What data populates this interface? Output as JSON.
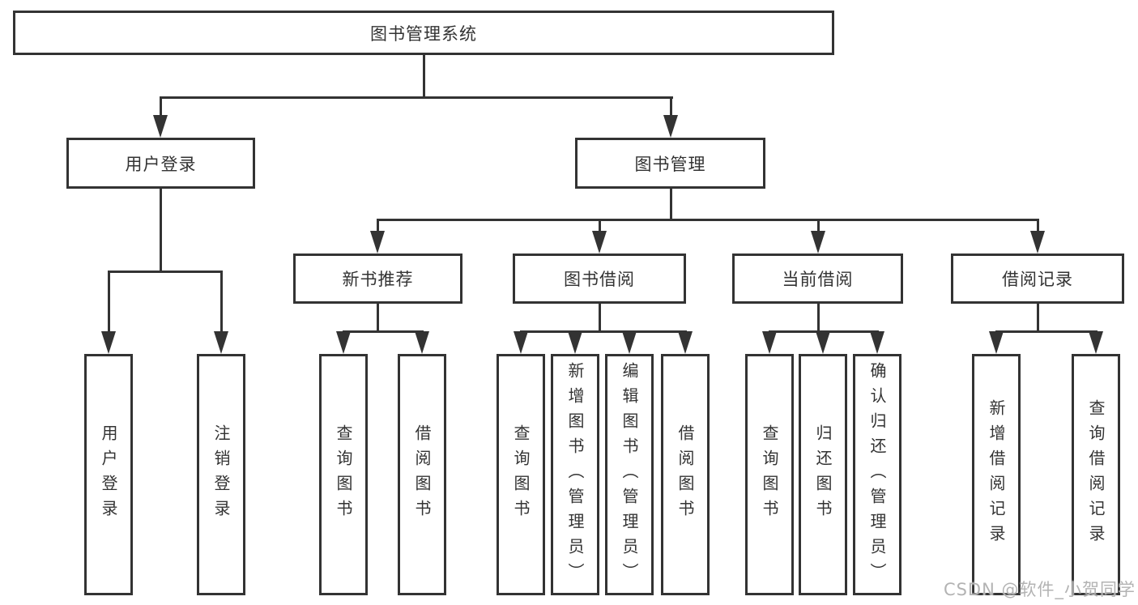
{
  "nodes": {
    "root": "图书管理系统",
    "user_login": "用户登录",
    "book_mgmt": "图书管理",
    "new_books": "新书推荐",
    "book_borrow": "图书借阅",
    "current_borrow": "当前借阅",
    "borrow_records": "借阅记录"
  },
  "leaves": {
    "user_login": [
      "用户登录",
      "注销登录"
    ],
    "new_books": [
      "查询图书",
      "借阅图书"
    ],
    "book_borrow": [
      "查询图书",
      "新增图书（管理员）",
      "编辑图书（管理员）",
      "借阅图书"
    ],
    "current_borrow": [
      "查询图书",
      "归还图书",
      "确认归还（管理员）"
    ],
    "borrow_records": [
      "新增借阅记录",
      "查询借阅记录"
    ]
  },
  "watermark": "CSDN @软件_小贺同学",
  "colors": {
    "line": "#333333",
    "text": "#333333",
    "box_fill": "#ffffff",
    "watermark": "#b3b3b3",
    "background": "#ffffff"
  }
}
